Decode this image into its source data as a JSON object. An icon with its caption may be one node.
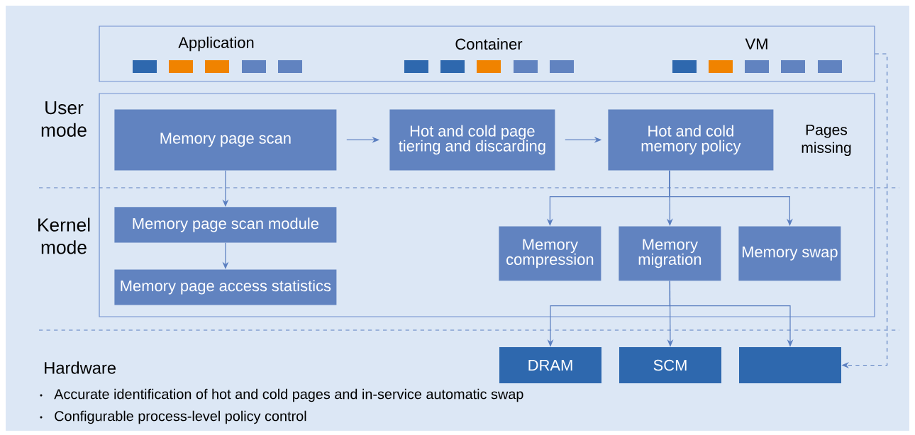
{
  "diagram": {
    "nodes": [
      {
        "text": [
          "Application",
          "Container",
          "VM"
        ]
      },
      {
        "text": [],
        "shape": "box"
      },
      {
        "text": [
          "Memory page scan"
        ],
        "in": 1
      },
      {
        "text": [
          "Hot and cold page tiering and discarding"
        ],
        "in": 1
      },
      {
        "text": [
          "Hot and cold memory policy"
        ],
        "in": 1
      },
      {
        "text": [
          "Memory page scan module"
        ],
        "in": 1
      },
      {
        "text": [
          "Memory page access statistics"
        ],
        "in": 1
      },
      {
        "text": [
          "Memory compression"
        ],
        "in": 1
      },
      {
        "text": [
          "Memory migration"
        ],
        "in": 1
      },
      {
        "text": [
          "Memory swap"
        ],
        "in": 1
      },
      {
        "text": [
          "DRAM"
        ]
      },
      {
        "text": [
          "SCM"
        ]
      },
      {
        "text": [],
        "shape": "box"
      }
    ],
    "edges": [
      {
        "from": 2,
        "to": 3,
        "arrow": "to"
      },
      {
        "from": 3,
        "to": 4,
        "arrow": "to"
      },
      {
        "from": 2,
        "to": 5,
        "arrow": "to"
      },
      {
        "from": 5,
        "to": 6,
        "arrow": "to"
      },
      {
        "from": 4,
        "to": 7,
        "arrow": "to"
      },
      {
        "from": 4,
        "to": 8,
        "arrow": "to"
      },
      {
        "from": 4,
        "to": 9,
        "arrow": "to"
      },
      {
        "from": 8,
        "to": 10,
        "arrow": "to"
      },
      {
        "from": 8,
        "to": 11,
        "arrow": "to"
      },
      {
        "from": 8,
        "to": 12,
        "arrow": "to"
      },
      {
        "from": 0,
        "to": 12,
        "arrow": "to",
        "style": "dashed"
      }
    ],
    "labels": [
      "User mode",
      "Kernel mode",
      "Pages missing",
      "Hardware",
      "Accurate identification of hot and cold pages and in-service automatic swap",
      "Configurable process-level policy control"
    ]
  }
}
